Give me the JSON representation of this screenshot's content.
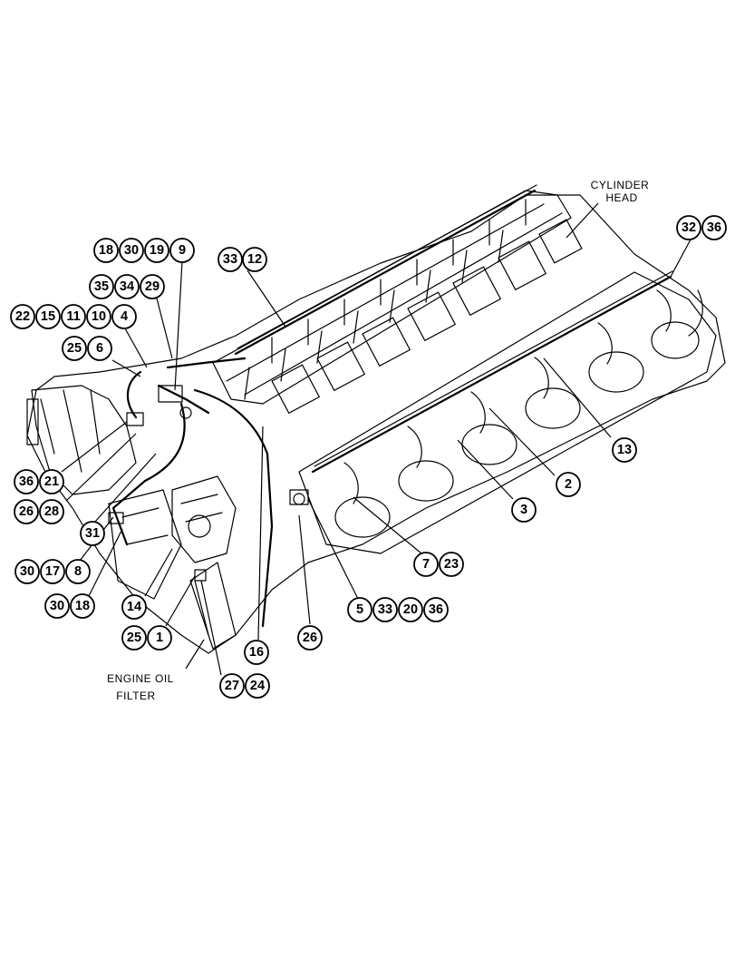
{
  "labels": {
    "cylinder_head_line1": "CYLINDER",
    "cylinder_head_line2": "HEAD",
    "engine_oil_filter_line1": "ENGINE OIL",
    "engine_oil_filter_line2": "FILTER"
  },
  "callouts": [
    "18",
    "30",
    "19",
    "9",
    "33",
    "12",
    "35",
    "34",
    "29",
    "22",
    "15",
    "11",
    "10",
    "4",
    "25",
    "6",
    "32",
    "36",
    "13",
    "2",
    "3",
    "36",
    "21",
    "26",
    "28",
    "31",
    "30",
    "17",
    "8",
    "30",
    "18",
    "14",
    "25",
    "1",
    "7",
    "23",
    "5",
    "33",
    "20",
    "36",
    "26",
    "16",
    "27",
    "24"
  ]
}
